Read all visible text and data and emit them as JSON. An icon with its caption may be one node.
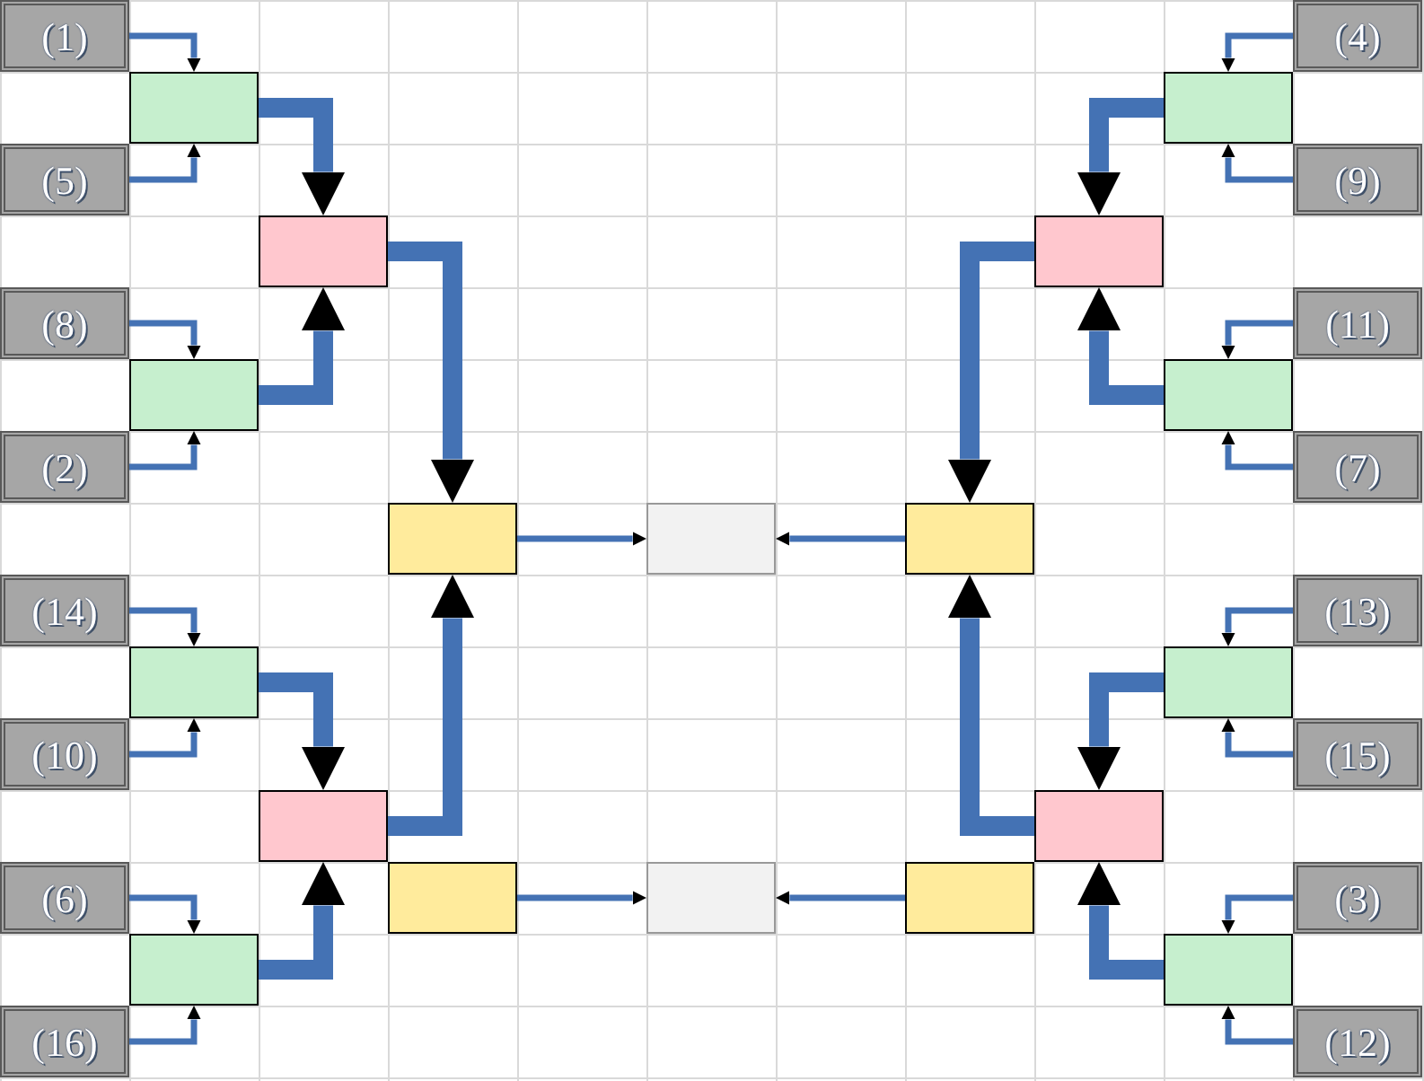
{
  "diagram": {
    "nodes": [
      {
        "text": [
          "(1)"
        ]
      },
      {
        "text": [
          "(4)"
        ]
      },
      {
        "text": [],
        "shape": "box"
      },
      {
        "text": [],
        "shape": "box"
      },
      {
        "text": [
          "(5)"
        ]
      },
      {
        "text": [
          "(9)"
        ]
      },
      {
        "text": [],
        "shape": "box"
      },
      {
        "text": [],
        "shape": "box"
      },
      {
        "text": [
          "(8)"
        ]
      },
      {
        "text": [
          "(11)"
        ]
      },
      {
        "text": [],
        "shape": "box"
      },
      {
        "text": [],
        "shape": "box"
      },
      {
        "text": [
          "(2)"
        ]
      },
      {
        "text": [
          "(7)"
        ]
      },
      {
        "text": [],
        "shape": "box"
      },
      {
        "text": [],
        "shape": "box"
      },
      {
        "text": [],
        "shape": "box"
      },
      {
        "text": [
          "(14)"
        ]
      },
      {
        "text": [
          "(13)"
        ]
      },
      {
        "text": [],
        "shape": "box"
      },
      {
        "text": [],
        "shape": "box"
      },
      {
        "text": [
          "(10)"
        ]
      },
      {
        "text": [
          "(15)"
        ]
      },
      {
        "text": [],
        "shape": "box"
      },
      {
        "text": [],
        "shape": "box"
      },
      {
        "text": [
          "(6)"
        ]
      },
      {
        "text": [],
        "shape": "box"
      },
      {
        "text": [],
        "shape": "box"
      },
      {
        "text": [],
        "shape": "box"
      },
      {
        "text": [
          "(3)"
        ]
      },
      {
        "text": [],
        "shape": "box"
      },
      {
        "text": [],
        "shape": "box"
      },
      {
        "text": [
          "(16)"
        ]
      },
      {
        "text": [
          "(12)"
        ]
      }
    ],
    "edges": [
      {
        "from": 0,
        "to": 2,
        "arrow": "to"
      },
      {
        "from": 4,
        "to": 2,
        "arrow": "to"
      },
      {
        "from": 1,
        "to": 3,
        "arrow": "to"
      },
      {
        "from": 5,
        "to": 3,
        "arrow": "to"
      },
      {
        "from": 8,
        "to": 10,
        "arrow": "to"
      },
      {
        "from": 12,
        "to": 10,
        "arrow": "to"
      },
      {
        "from": 9,
        "to": 11,
        "arrow": "to"
      },
      {
        "from": 13,
        "to": 11,
        "arrow": "to"
      },
      {
        "from": 17,
        "to": 19,
        "arrow": "to"
      },
      {
        "from": 21,
        "to": 19,
        "arrow": "to"
      },
      {
        "from": 18,
        "to": 20,
        "arrow": "to"
      },
      {
        "from": 22,
        "to": 20,
        "arrow": "to"
      },
      {
        "from": 25,
        "to": 30,
        "arrow": "to"
      },
      {
        "from": 32,
        "to": 30,
        "arrow": "to"
      },
      {
        "from": 29,
        "to": 31,
        "arrow": "to"
      },
      {
        "from": 33,
        "to": 31,
        "arrow": "to"
      },
      {
        "from": 2,
        "to": 6,
        "arrow": "to",
        "style": "thick"
      },
      {
        "from": 10,
        "to": 6,
        "arrow": "to",
        "style": "thick"
      },
      {
        "from": 3,
        "to": 7,
        "arrow": "to",
        "style": "thick"
      },
      {
        "from": 11,
        "to": 7,
        "arrow": "to",
        "style": "thick"
      },
      {
        "from": 19,
        "to": 23,
        "arrow": "to",
        "style": "thick"
      },
      {
        "from": 30,
        "to": 23,
        "arrow": "to",
        "style": "thick"
      },
      {
        "from": 20,
        "to": 24,
        "arrow": "to",
        "style": "thick"
      },
      {
        "from": 31,
        "to": 24,
        "arrow": "to",
        "style": "thick"
      },
      {
        "from": 6,
        "to": 14,
        "arrow": "to",
        "style": "thick"
      },
      {
        "from": 23,
        "to": 14,
        "arrow": "to",
        "style": "thick"
      },
      {
        "from": 7,
        "to": 16,
        "arrow": "to",
        "style": "thick"
      },
      {
        "from": 24,
        "to": 16,
        "arrow": "to",
        "style": "thick"
      },
      {
        "from": 14,
        "to": 15,
        "arrow": "to"
      },
      {
        "from": 16,
        "to": 15,
        "arrow": "to"
      },
      {
        "from": 26,
        "to": 27,
        "arrow": "to"
      },
      {
        "from": 28,
        "to": 27,
        "arrow": "to"
      }
    ]
  }
}
